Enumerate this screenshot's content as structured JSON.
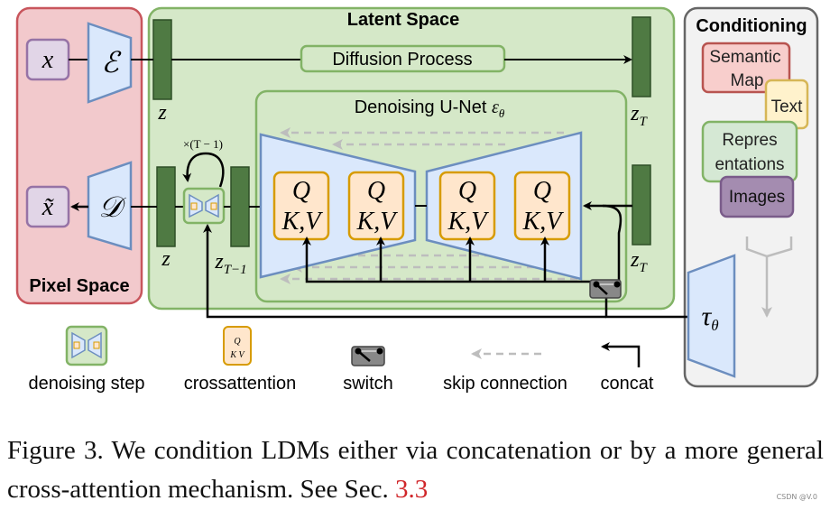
{
  "regions": {
    "pixel_space": "Pixel Space",
    "latent_space": "Latent Space",
    "conditioning": "Conditioning",
    "unet": "Denoising U-Net ",
    "unet_symbol": "ε",
    "unet_symbol_sub": "θ"
  },
  "symbols": {
    "x": "x",
    "x_tilde": "x̃",
    "encoder": "ℰ",
    "decoder": "𝒟",
    "z": "z",
    "z_T": "z",
    "z_T_sub": "T",
    "z_Tm1": "z",
    "z_Tm1_sub": "T−1",
    "repeat": "×(T − 1)",
    "tau": "τ",
    "tau_sub": "θ",
    "q": "Q",
    "kv": "K,V"
  },
  "process": {
    "diffusion": "Diffusion Process"
  },
  "conditioning_items": {
    "semantic_map_1": "Semantic",
    "semantic_map_2": "Map",
    "text": "Text",
    "representations_1": "Repres",
    "representations_2": "entations",
    "images": "Images"
  },
  "legend": {
    "denoising_step": "denoising step",
    "crossattention": "crossattention",
    "switch": "switch",
    "skip_connection": "skip connection",
    "concat": "concat",
    "legend_q": "Q",
    "legend_kv": "K V"
  },
  "caption": {
    "text": "Figure 3.   We condition LDMs either via concatenation or by a more general cross-attention mechanism. See Sec. ",
    "ref": "3.3"
  },
  "watermark": "CSDN @V.0",
  "colors": {
    "pixel_fill": "#f2c9cc",
    "pixel_stroke": "#c8555c",
    "latent_fill": "#d5e8c8",
    "latent_stroke": "#82b366",
    "cond_fill": "#f2f2f2",
    "cond_stroke": "#666666",
    "trapezoid_fill": "#dae8fc",
    "trapezoid_stroke": "#6c8ebf",
    "latent_bar": "#4f7a43",
    "attn_fill": "#ffe6cc",
    "attn_stroke": "#d79b00",
    "x_fill": "#e1d5e7",
    "x_stroke": "#9673a6"
  }
}
